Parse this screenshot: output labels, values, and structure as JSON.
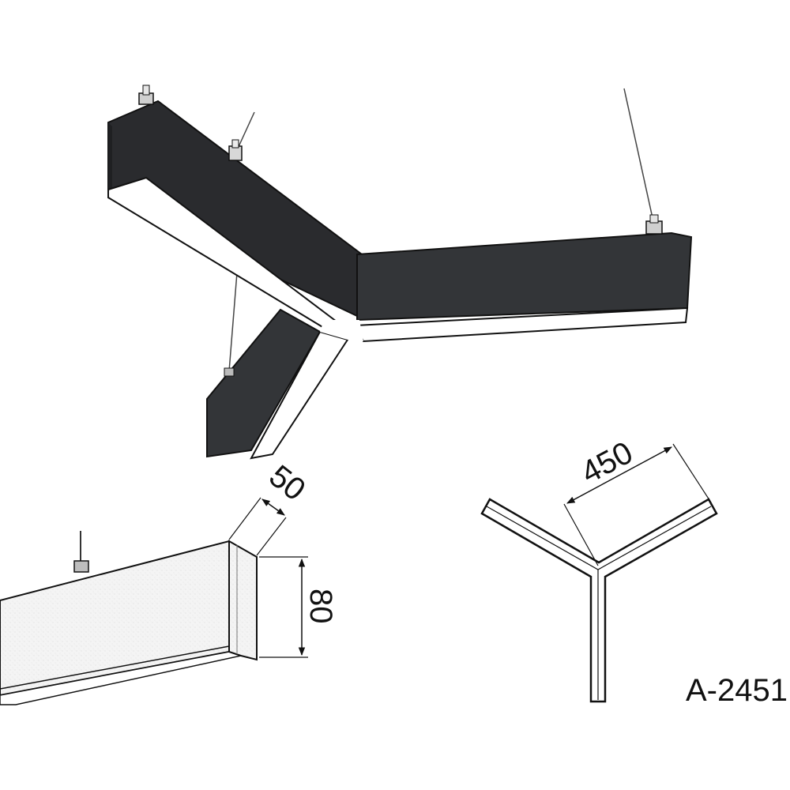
{
  "product": {
    "code": "A-2451"
  },
  "dimensions": {
    "arm_length": "450",
    "profile_width": "50",
    "profile_height": "80"
  },
  "colors": {
    "body_dark": "#333538",
    "body_top": "#2a2b2e",
    "diffuser": "#ffffff",
    "outline": "#111111",
    "profile_light": "#f1f1f1"
  }
}
